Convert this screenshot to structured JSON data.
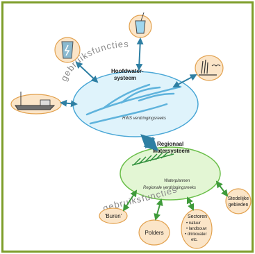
{
  "main_system": {
    "title_line1": "Hoofdwater-",
    "title_line2": "systeem",
    "subtitle": "HWS verdringingsreeks"
  },
  "regional_system": {
    "title_line1": "Regionaal",
    "title_line2": "watersysteem",
    "subtitle_line1": "Waterplannen",
    "subtitle_line2": "Regionale verdringingsreeks"
  },
  "arc_label_top": "gebruiksfuncties",
  "arc_label_bottom": "gebruiksfuncties",
  "uses": {
    "buren": "'Buren'",
    "polders": "Polders",
    "stedelijk_line1": "Stedelijke",
    "stedelijk_line2": "gebieden",
    "sectoren_title": "Sectoren",
    "sectoren_items": [
      "• natuur",
      "• landbouw",
      "• drinkwater",
      "etc."
    ]
  },
  "colors": {
    "frame": "#7e9d2a",
    "main_ellipse": "#dff3fb",
    "main_stroke": "#4aa7d6",
    "regional_ellipse": "#e3f6d4",
    "regional_stroke": "#6bbf4a",
    "use_circle": "#fbe5c8",
    "use_stroke": "#e2a14e",
    "arrow": "#2e7fa3"
  }
}
